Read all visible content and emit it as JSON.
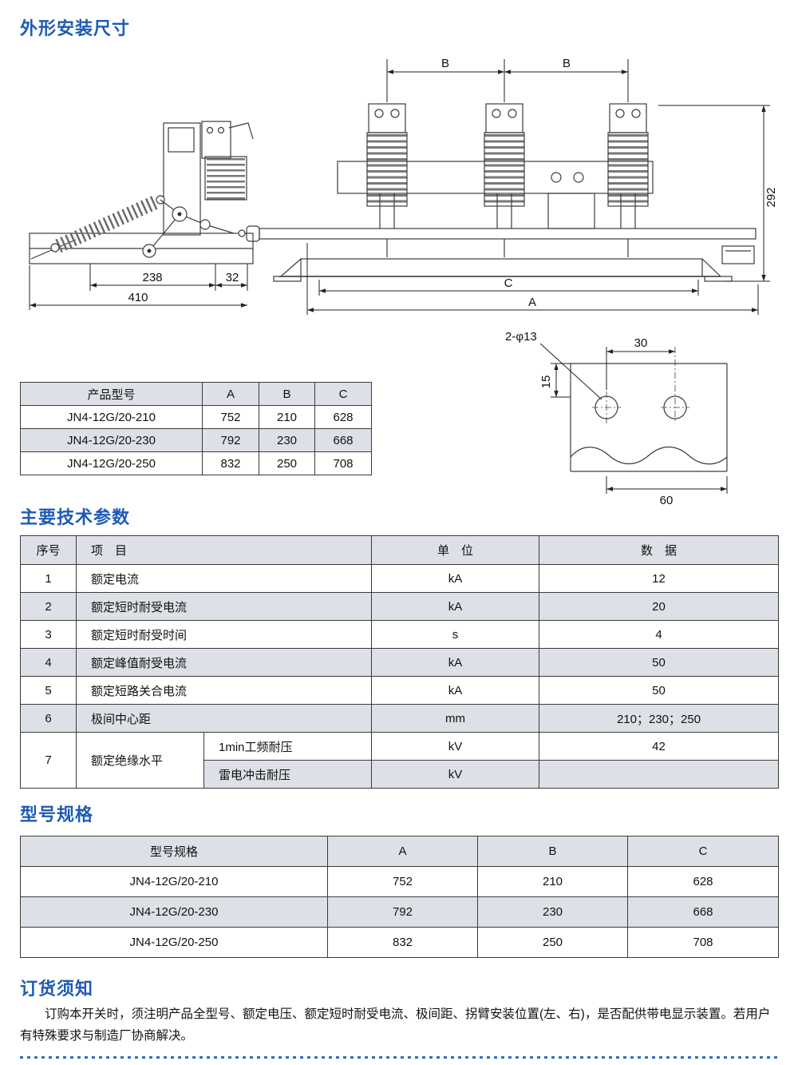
{
  "headings": {
    "outline": "外形安装尺寸",
    "params": "主要技术参数",
    "models": "型号规格",
    "ordering": "订货须知"
  },
  "colors": {
    "heading_blue": "#1d5bb4",
    "table_shade": "#dde1e7",
    "dotted_rule_blue": "#2f6fc1"
  },
  "drawing": {
    "side_view": {
      "dim_width_upper": "238",
      "dim_width_side": "32",
      "dim_width_total": "410"
    },
    "front_view": {
      "dim_pole_spacing_left": "B",
      "dim_pole_spacing_right": "B",
      "dim_height": "292",
      "dim_c": "C",
      "dim_a": "A"
    },
    "hole_detail": {
      "holes_label": "2-φ13",
      "dim_hole_spacing": "30",
      "dim_edge_top": "15",
      "dim_edge_bottom": "60"
    }
  },
  "dimension_table": {
    "headers": [
      "产品型号",
      "A",
      "B",
      "C"
    ],
    "rows": [
      [
        "JN4-12G/20-210",
        "752",
        "210",
        "628"
      ],
      [
        "JN4-12G/20-230",
        "792",
        "230",
        "668"
      ],
      [
        "JN4-12G/20-250",
        "832",
        "250",
        "708"
      ]
    ]
  },
  "params_table": {
    "headers": {
      "no": "序号",
      "item": "项　目",
      "unit": "单　位",
      "data": "数　据"
    },
    "rows": [
      {
        "no": "1",
        "item": "额定电流",
        "unit": "kA",
        "value": "12"
      },
      {
        "no": "2",
        "item": "额定短时耐受电流",
        "unit": "kA",
        "value": "20"
      },
      {
        "no": "3",
        "item": "额定短时耐受时间",
        "unit": "s",
        "value": "4"
      },
      {
        "no": "4",
        "item": "额定峰值耐受电流",
        "unit": "kA",
        "value": "50"
      },
      {
        "no": "5",
        "item": "额定短路关合电流",
        "unit": "kA",
        "value": "50"
      },
      {
        "no": "6",
        "item": "极间中心距",
        "unit": "mm",
        "value": "210；230；250"
      }
    ],
    "row7": {
      "no": "7",
      "item": "额定绝缘水平",
      "sub": [
        {
          "name": "1min工频耐压",
          "unit": "kV",
          "value": "42"
        },
        {
          "name": "雷电冲击耐压",
          "unit": "kV",
          "value": ""
        }
      ]
    }
  },
  "model_table": {
    "headers": [
      "型号规格",
      "A",
      "B",
      "C"
    ],
    "rows": [
      [
        "JN4-12G/20-210",
        "752",
        "210",
        "628"
      ],
      [
        "JN4-12G/20-230",
        "792",
        "230",
        "668"
      ],
      [
        "JN4-12G/20-250",
        "832",
        "250",
        "708"
      ]
    ]
  },
  "ordering": {
    "text": "订购本开关时，须注明产品全型号、额定电压、额定短时耐受电流、极间距、拐臂安装位置(左、右)，是否配供带电显示装置。若用户有特殊要求与制造厂协商解决。"
  }
}
